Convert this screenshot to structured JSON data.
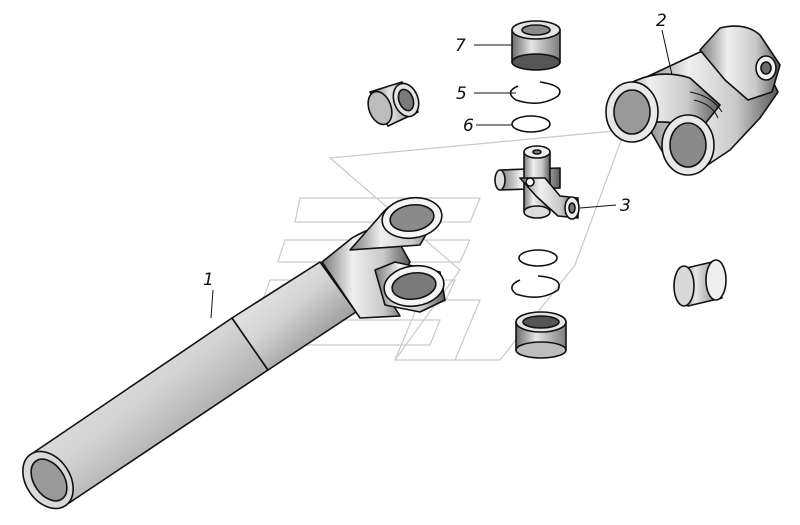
{
  "callouts": [
    {
      "id": "1",
      "label": "1"
    },
    {
      "id": "2",
      "label": "2"
    },
    {
      "id": "3",
      "label": "3"
    },
    {
      "id": "5",
      "label": "5"
    },
    {
      "id": "6",
      "label": "6"
    },
    {
      "id": "7",
      "label": "7"
    }
  ],
  "colors": {
    "line": "#111111",
    "metal_light": "#e8e8e8",
    "metal_mid": "#b8b8b8",
    "metal_dark": "#555555",
    "watermark": "#c9c9c9"
  }
}
